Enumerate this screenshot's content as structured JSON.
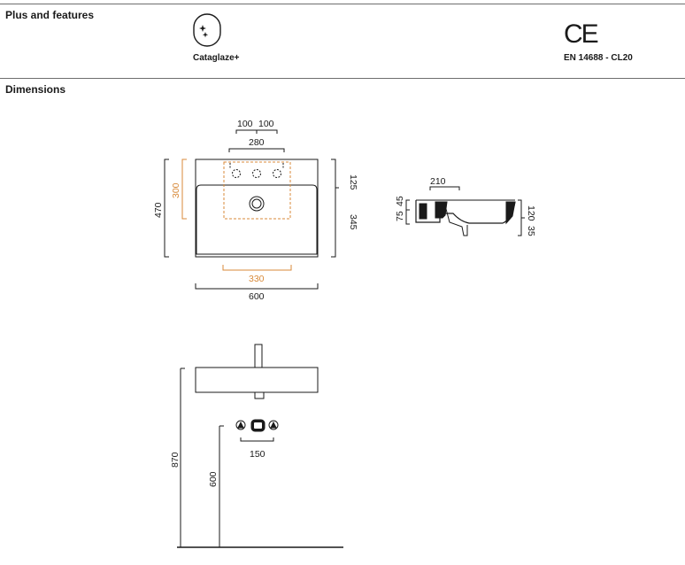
{
  "sections": {
    "plus_features": "Plus and features",
    "dimensions": "Dimensions"
  },
  "features": {
    "cataglaze_label": "Cataglaze+",
    "ce_mark": "CE",
    "standard_label": "EN 14688 - CL20"
  },
  "colors": {
    "accent_orange": "#d88a3a",
    "line": "#1a1a1a",
    "rule": "#6e6e6e"
  },
  "icons": [
    "cataglaze-icon",
    "ce-mark-icon"
  ],
  "dims": {
    "top_view": {
      "tap_spacing_a": "100",
      "tap_spacing_b": "100",
      "tap_span": "280",
      "width_total": "600",
      "bowl_width": "330",
      "depth_total": "470",
      "bowl_depth": "300",
      "rear_deck": "125",
      "front_depth": "345"
    },
    "section_view": {
      "inner_width": "210",
      "height_a": "75",
      "height_b": "45",
      "height_c": "35",
      "height_d": "120"
    },
    "front_view": {
      "floor_to_rim": "870",
      "floor_to_waste": "600",
      "waste_spacing": "150"
    }
  }
}
